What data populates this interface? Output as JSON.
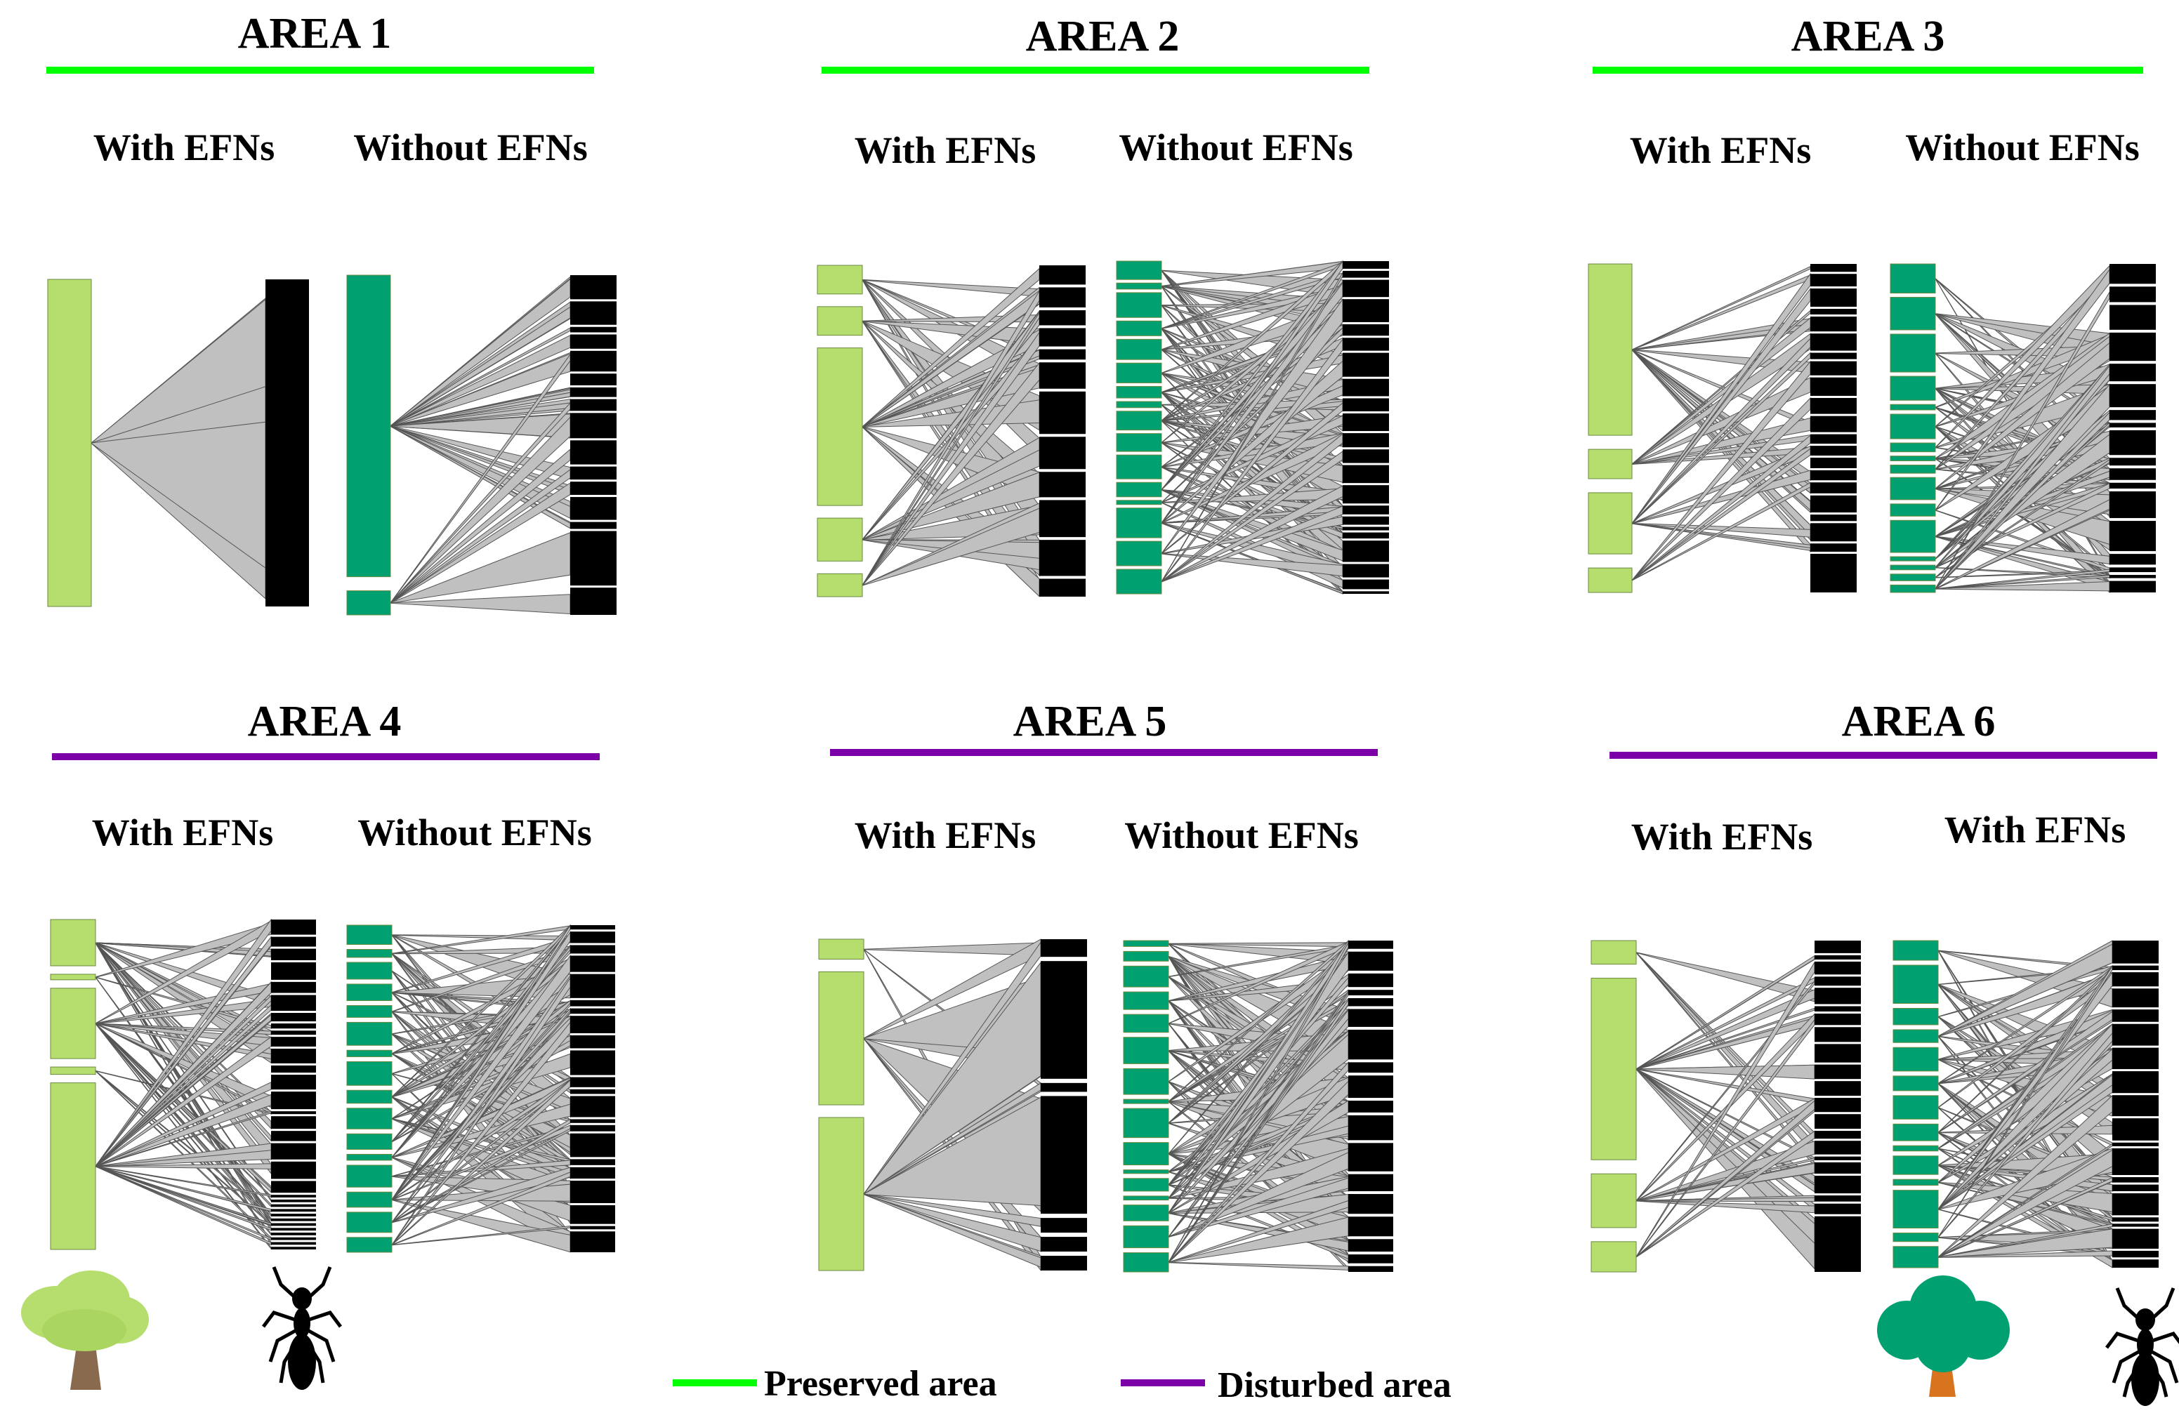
{
  "colors": {
    "preserved": "#00ff00",
    "disturbed": "#7b00a8",
    "plant_with_efn": "#b5de6e",
    "plant_without_efn": "#00a070",
    "ant": "#000000",
    "link": "#c0c0c0"
  },
  "panels": [
    {
      "title": "AREA 1",
      "condition": "preserved",
      "left_label": "With EFNs",
      "right_label": "Without EFNs"
    },
    {
      "title": "AREA 2",
      "condition": "preserved",
      "left_label": "With EFNs",
      "right_label": "Without EFNs"
    },
    {
      "title": "AREA 3",
      "condition": "preserved",
      "left_label": "With EFNs",
      "right_label": "Without EFNs"
    },
    {
      "title": "AREA 4",
      "condition": "disturbed",
      "left_label": "With EFNs",
      "right_label": "Without EFNs"
    },
    {
      "title": "AREA 5",
      "condition": "disturbed",
      "left_label": "With EFNs",
      "right_label": "Without EFNs"
    },
    {
      "title": "AREA 6",
      "condition": "disturbed",
      "left_label": "With EFNs",
      "right_label": "With EFNs"
    }
  ],
  "legend": {
    "preserved_label": "Preserved area",
    "disturbed_label": "Disturbed area"
  },
  "icons": {
    "plant_with_efn": "tree-icon",
    "plant_without_efn": "tree-icon",
    "ant": "ant-icon"
  }
}
